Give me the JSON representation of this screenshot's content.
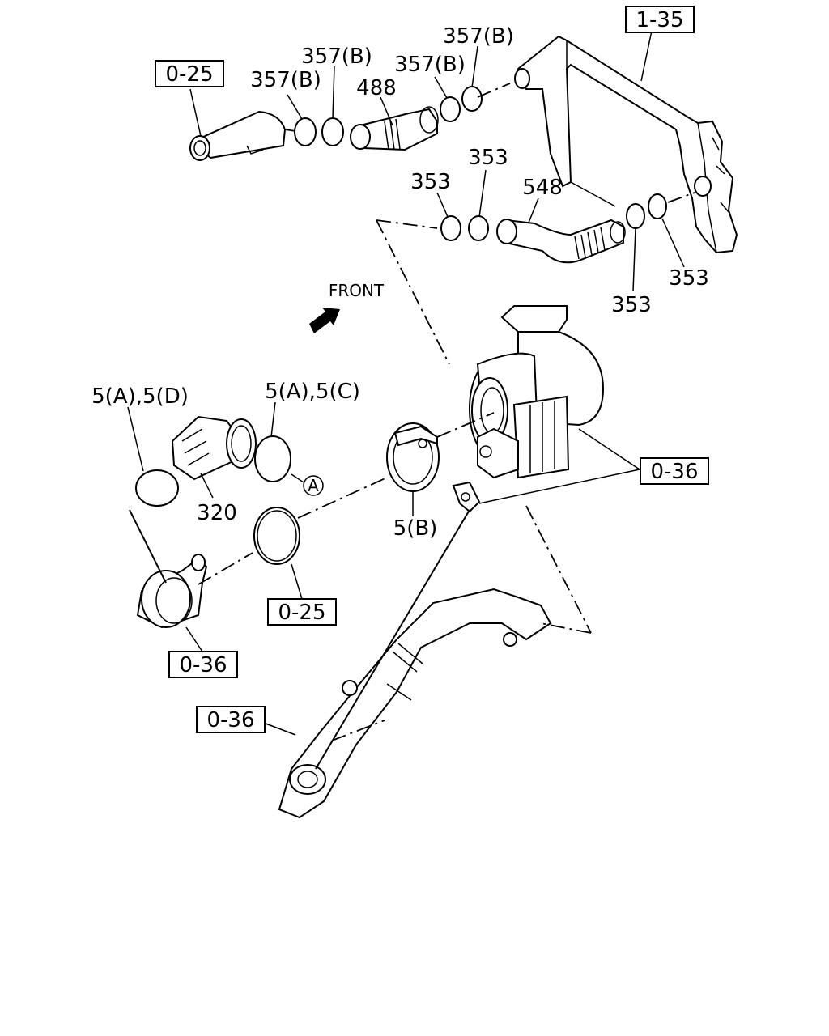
{
  "callouts": {
    "ref_1_35": "1-35",
    "ref_0_25_top": "0-25",
    "ref_0_25_mid": "0-25",
    "ref_0_36_turbo": "0-36",
    "ref_0_36_elbow": "0-36",
    "ref_0_36_pipe": "0-36",
    "clamp_357b_1": "357(B)",
    "clamp_357b_2": "357(B)",
    "clamp_357b_3": "357(B)",
    "clamp_357b_4": "357(B)",
    "hose_488": "488",
    "clamp_353_1": "353",
    "clamp_353_2": "353",
    "clamp_353_3": "353",
    "clamp_353_4": "353",
    "hose_548": "548",
    "front_label": "FRONT",
    "clamp_5ad": "5(A),5(D)",
    "clamp_5ac": "5(A),5(C)",
    "hose_320": "320",
    "marker_a": "A",
    "clamp_5b": "5(B)"
  }
}
